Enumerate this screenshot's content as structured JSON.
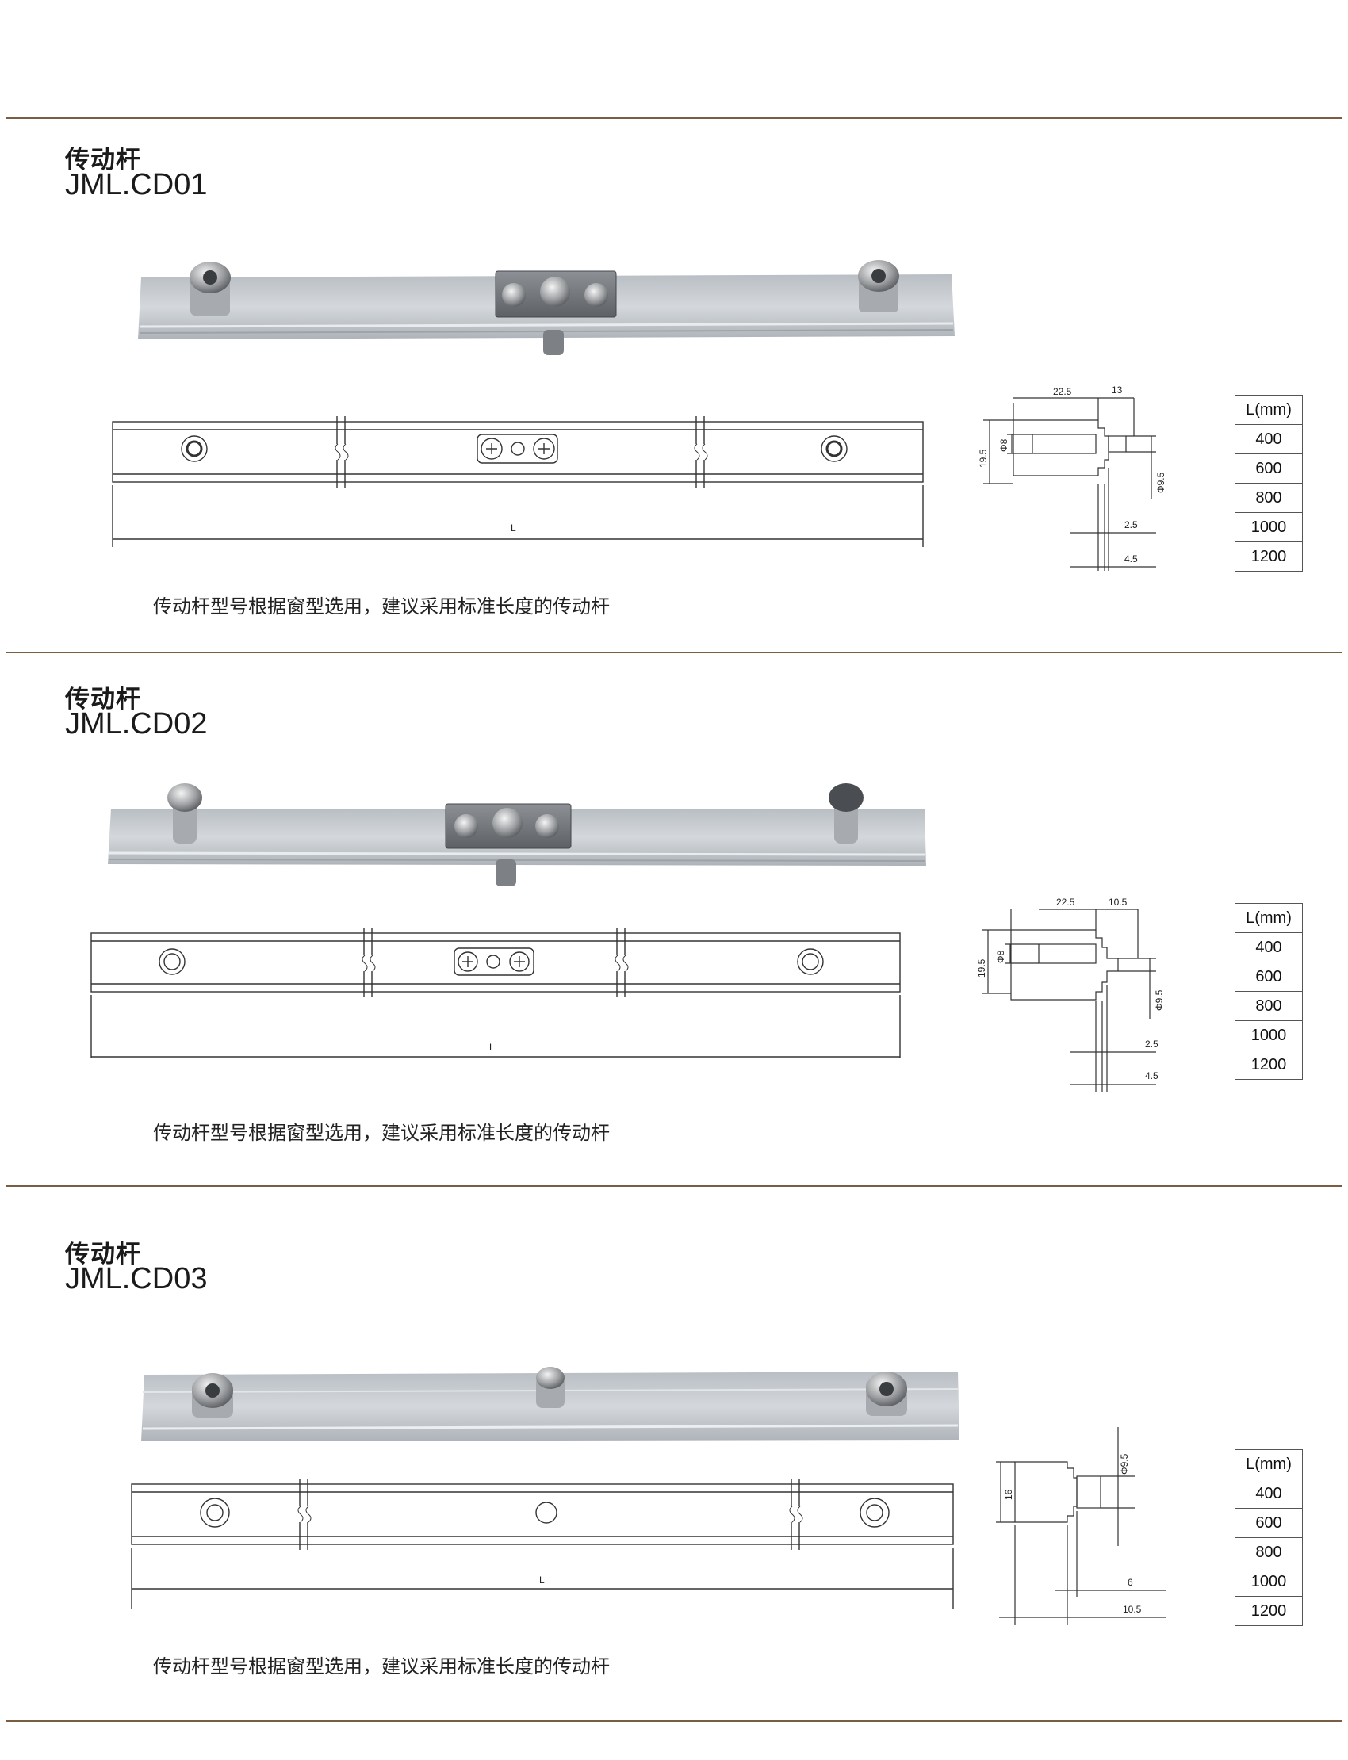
{
  "products": [
    {
      "title_cn": "传动杆",
      "model": "JML.CD01",
      "drawing_length_label": "L",
      "dims": {
        "a": "22.5",
        "b": "13",
        "h": "19.5",
        "d1": "Φ8",
        "d2": "Φ9.5",
        "e": "2.5",
        "f": "4.5"
      },
      "table_header": "L(mm)",
      "lengths": [
        "400",
        "600",
        "800",
        "1000",
        "1200"
      ],
      "note": "传动杆型号根据窗型选用，建议采用标准长度的传动杆"
    },
    {
      "title_cn": "传动杆",
      "model": "JML.CD02",
      "drawing_length_label": "L",
      "dims": {
        "a": "22.5",
        "b": "10.5",
        "h": "19.5",
        "d1": "Φ8",
        "d2": "Φ9.5",
        "e": "2.5",
        "f": "4.5"
      },
      "table_header": "L(mm)",
      "lengths": [
        "400",
        "600",
        "800",
        "1000",
        "1200"
      ],
      "note": "传动杆型号根据窗型选用，建议采用标准长度的传动杆"
    },
    {
      "title_cn": "传动杆",
      "model": "JML.CD03",
      "drawing_length_label": "L",
      "dims": {
        "h": "16",
        "d2": "Φ9.5",
        "e": "6",
        "f": "10.5"
      },
      "table_header": "L(mm)",
      "lengths": [
        "400",
        "600",
        "800",
        "1000",
        "1200"
      ],
      "note": "传动杆型号根据窗型选用，建议采用标准长度的传动杆"
    }
  ],
  "colors": {
    "rule": "#7a5e44",
    "bar": "#c9cdd2",
    "steel": "#9a9ea3"
  }
}
